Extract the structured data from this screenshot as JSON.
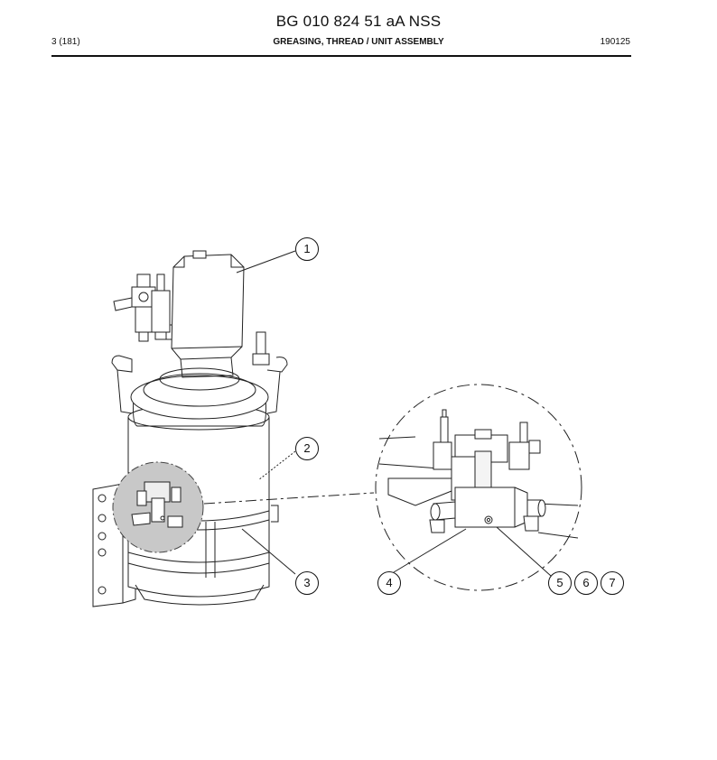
{
  "header": {
    "doc_title": "BG 010 824 51 aA NSS",
    "page_number": "3 (181)",
    "section_title": "GREASING, THREAD / UNIT ASSEMBLY",
    "doc_date": "190125"
  },
  "callouts": [
    "1",
    "2",
    "3",
    "4",
    "5",
    "6",
    "7"
  ]
}
